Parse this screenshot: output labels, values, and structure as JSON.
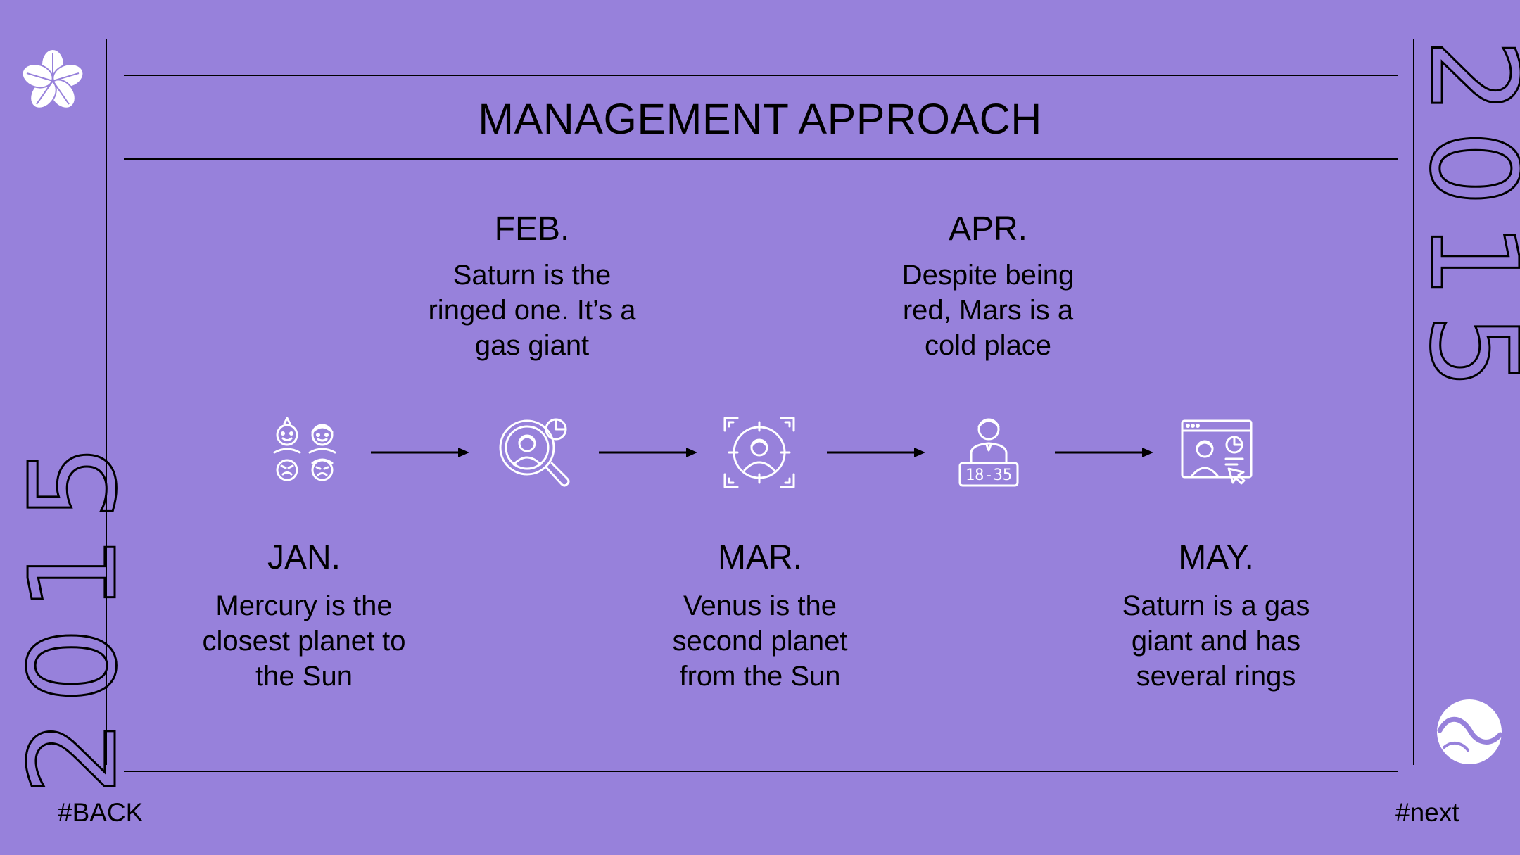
{
  "slide": {
    "title": "MANAGEMENT APPROACH",
    "year_left": "2015",
    "year_right": "2015",
    "nav": {
      "back": "#BACK",
      "next": "#next"
    }
  },
  "timeline": [
    {
      "month": "JAN.",
      "description": "Mercury is the closest planet to the Sun",
      "icon": "family-faces-icon"
    },
    {
      "month": "FEB.",
      "description": "Saturn is the ringed one. It’s a gas giant",
      "icon": "person-search-chart-icon"
    },
    {
      "month": "MAR.",
      "description": "Venus is the second planet from the Sun",
      "icon": "person-target-focus-icon"
    },
    {
      "month": "APR.",
      "description": "Despite being red, Mars is a cold place",
      "icon": "age-range-person-icon",
      "age_label": "18-35"
    },
    {
      "month": "MAY.",
      "description": "Saturn is a gas giant and has several rings",
      "icon": "browser-profile-chart-icon"
    }
  ],
  "colors": {
    "background": "#9781db",
    "ink": "#000000",
    "icon": "#ffffff"
  }
}
